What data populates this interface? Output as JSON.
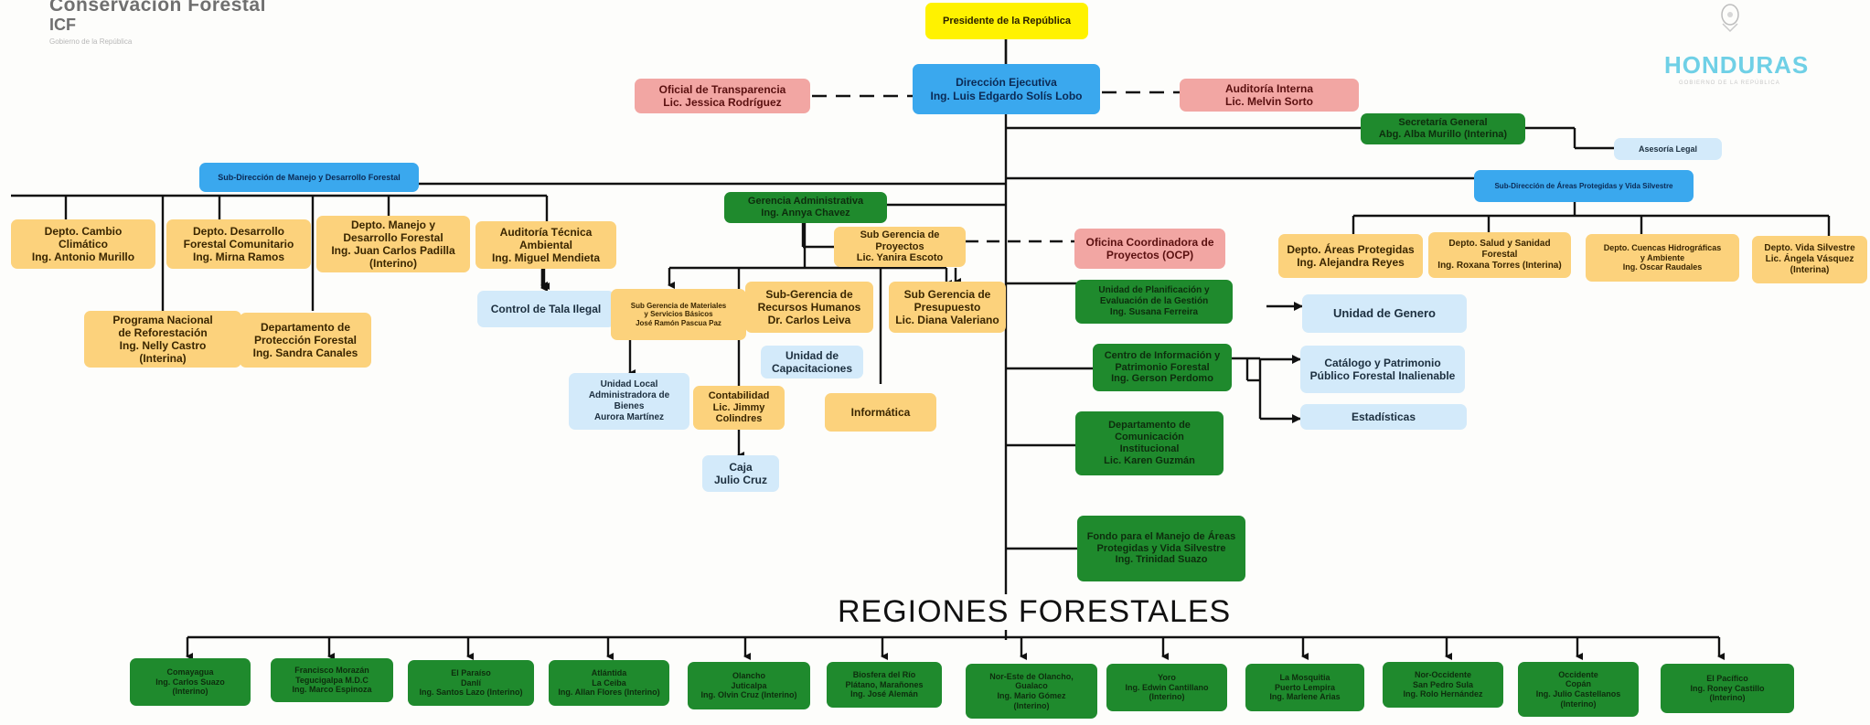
{
  "header": {
    "org_line1": "Conservación Forestal",
    "org_line2": "ICF",
    "org_line3": "Gobierno de la República",
    "country_logo": "HONDURAS",
    "country_sub": "GOBIERNO DE LA REPÚBLICA",
    "crest_icon": "coat-of-arms-icon"
  },
  "colors": {
    "presidency": "#fff200",
    "direction": "#3aa8ee",
    "staff": "#f2a6a3",
    "department": "#fcd27c",
    "unit": "#1f8a2d",
    "sub_unit": "#d3eafa"
  },
  "top": {
    "president": "Presidente de la República",
    "direccion": [
      "Dirección Ejecutiva",
      "Ing. Luis Edgardo Solís Lobo"
    ],
    "transparencia": [
      "Oficial de Transparencia",
      "Lic. Jessica Rodríguez"
    ],
    "auditoria": [
      "Auditoría Interna",
      "Lic. Melvin Sorto"
    ],
    "secretaria": [
      "Secretaría General",
      "Abg. Alba Murillo (Interina)"
    ],
    "asesoria": "Asesoría Legal"
  },
  "left": {
    "subdireccion": "Sub-Dirección de Manejo y Desarrollo Forestal",
    "depto_cambio": [
      "Depto. Cambio",
      "Climático",
      "Ing. Antonio Murillo"
    ],
    "depto_desarrollo": [
      "Depto. Desarrollo",
      "Forestal Comunitario",
      "Ing. Mirna Ramos"
    ],
    "depto_manejo": [
      "Depto. Manejo y",
      "Desarrollo Forestal",
      "Ing. Juan Carlos Padilla",
      "(Interino)"
    ],
    "auditoria_tecnica": [
      "Auditoría Técnica",
      "Ambiental",
      "Ing. Miguel Mendieta"
    ],
    "programa": [
      "Programa Nacional",
      "de Reforestación",
      "Ing. Nelly Castro",
      "(Interina)"
    ],
    "proteccion": [
      "Departamento de",
      "Protección Forestal",
      "Ing. Sandra Canales"
    ],
    "tala": "Control de Tala Ilegal"
  },
  "center": {
    "gerencia": [
      "Gerencia Administrativa",
      "Ing. Annya Chavez"
    ],
    "proyectos": [
      "Sub Gerencia de",
      "Proyectos",
      "Lic. Yanira Escoto"
    ],
    "ocp": [
      "Oficina Coordinadora de",
      "Proyectos (OCP)"
    ],
    "materiales": [
      "Sub Gerencia de Materiales",
      "y Servicios Básicos",
      "José Ramón Pascua Paz"
    ],
    "rrhh": [
      "Sub-Gerencia de",
      "Recursos Humanos",
      "Dr. Carlos Leiva"
    ],
    "presupuesto": [
      "Sub Gerencia de",
      "Presupuesto",
      "Lic. Diana Valeriano"
    ],
    "capacitaciones": [
      "Unidad de",
      "Capacitaciones"
    ],
    "bienes": [
      "Unidad Local",
      "Administradora de",
      "Bienes",
      "Aurora Martínez"
    ],
    "contabilidad": [
      "Contabilidad",
      "Lic. Jimmy",
      "Colindres"
    ],
    "informatica": "Informática",
    "caja": [
      "Caja",
      "Julio Cruz"
    ]
  },
  "right_units": {
    "planificacion": [
      "Unidad de Planificación y",
      "Evaluación de la Gestión",
      "Ing. Susana Ferreira"
    ],
    "genero": "Unidad de Genero",
    "centro_info": [
      "Centro de Información y",
      "Patrimonio Forestal",
      "Ing. Gerson Perdomo"
    ],
    "catalogo": [
      "Catálogo y Patrimonio",
      "Público Forestal Inalienable"
    ],
    "estadisticas": "Estadísticas",
    "comunicacion": [
      "Departamento de",
      "Comunicación",
      "Institucional",
      "Lic. Karen Guzmán"
    ],
    "fondo": [
      "Fondo para el Manejo de Áreas",
      "Protegidas y Vida Silvestre",
      "Ing. Trinidad Suazo"
    ]
  },
  "right": {
    "subdireccion": "Sub-Dirección de Áreas Protegidas y Vida Silvestre",
    "areas": [
      "Depto. Áreas Protegidas",
      "Ing. Alejandra Reyes"
    ],
    "salud": [
      "Depto. Salud y Sanidad",
      "Forestal",
      "Ing. Roxana Torres (Interina)"
    ],
    "cuencas": [
      "Depto. Cuencas Hidrográficas",
      "y Ambiente",
      "Ing. Oscar Raudales"
    ],
    "vida": [
      "Depto. Vida Silvestre",
      "Lic. Ángela Vásquez",
      "(Interina)"
    ]
  },
  "regiones_title": "REGIONES FORESTALES",
  "regiones": [
    [
      "Comayagua",
      "Ing. Carlos Suazo",
      "(Interino)"
    ],
    [
      "Francisco Morazán",
      "Tegucigalpa M.D.C",
      "Ing. Marco Espinoza"
    ],
    [
      "El Paraíso",
      "Danlí",
      "Ing. Santos Lazo (Interino)"
    ],
    [
      "Atlántida",
      "La Ceiba",
      "Ing. Allan Flores (Interino)"
    ],
    [
      "Olancho",
      "Juticalpa",
      "Ing. Olvin Cruz (Interino)"
    ],
    [
      "Biosfera del Río",
      "Plátano, Marañones",
      "Ing. José Alemán"
    ],
    [
      "Nor-Este de Olancho,",
      "Gualaco",
      "Ing. Mario Gómez",
      "(Interino)"
    ],
    [
      "Yoro",
      "Ing. Edwin Cantillano",
      "(Interino)"
    ],
    [
      "La Mosquitia",
      "Puerto Lempira",
      "Ing. Marlene Arias"
    ],
    [
      "Nor-Occidente",
      "San Pedro Sula",
      "Ing. Rolo Hernández"
    ],
    [
      "Occidente",
      "Copán",
      "Ing. Julio Castellanos",
      "(Interino)"
    ],
    [
      "El Pacífico",
      "Ing. Roney Castillo",
      "(Interino)"
    ]
  ]
}
